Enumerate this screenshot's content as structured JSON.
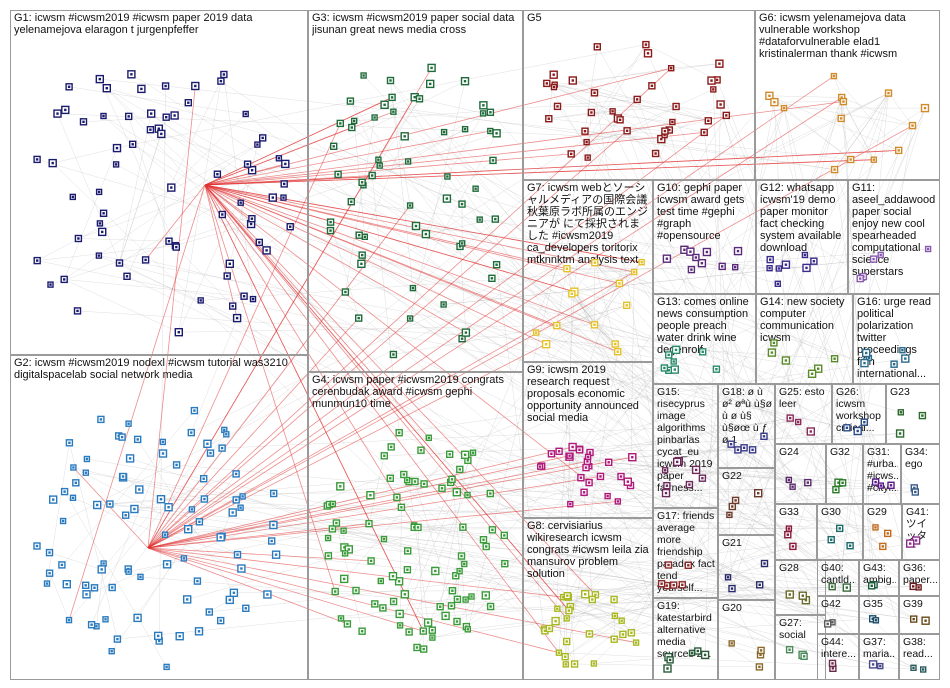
{
  "graph": {
    "groups": [
      {
        "id": "G1",
        "label": "G1: icwsm #icwsm2019 #icwsm paper 2019 data yelenamejova elaragon t jurgenpfeffer",
        "color": "#1b1b6e"
      },
      {
        "id": "G2",
        "label": "G2: icwsm #icwsm2019 nodexl #icwsm tutorial was3210 digitalspacelab social network media",
        "color": "#2a7abf"
      },
      {
        "id": "G3",
        "label": "G3: icwsm #icwsm2019 paper social data jisunan great news media cross",
        "color": "#1f6b3a"
      },
      {
        "id": "G4",
        "label": "G4: icwsm paper #icwsm2019 congrats cerenbudak award #icwsm gephi munmun10 time",
        "color": "#3a9b3a"
      },
      {
        "id": "G5",
        "label": "G5",
        "color": "#8b1a1a"
      },
      {
        "id": "G6",
        "label": "G6: icwsm yelenamejova data vulnerable workshop #dataforvulnerable elad1 kristinalerman thank #icwsm",
        "color": "#d08a2a"
      },
      {
        "id": "G7",
        "label": "G7: icwsm webとソーシャルメディアの国際会議 秋葉原ラボ所属のエンジニアが にて採択されました #icwsm2019 ca_developers toritorix mtknnktm analysis text",
        "color": "#e6c229"
      },
      {
        "id": "G8",
        "label": "G8: cervisiarius wikiresearch icwsm congrats #icwsm leila zia mansurov problem solution",
        "color": "#a8b81e"
      },
      {
        "id": "G9",
        "label": "G9: icwsm 2019 research request proposals economic opportunity announced social media",
        "color": "#b0187a"
      },
      {
        "id": "G10",
        "label": "G10: gephi paper icwsm award gets test time #gephi #graph #opensource",
        "color": "#5a2a7a"
      },
      {
        "id": "G11",
        "label": "G11: aseel_addawood paper social enjoy new cool spearheaded computational science superstars",
        "color": "#8a5ab0"
      },
      {
        "id": "G12",
        "label": "G12: whatsapp icwsm'19 demo paper monitor fact checking system available download",
        "color": "#3a2a8a"
      },
      {
        "id": "G13",
        "label": "G13: comes online news consumption people preach water drink wine degenrolf",
        "color": "#2a8a6a"
      },
      {
        "id": "G14",
        "label": "G14: new society computer communication icwsm",
        "color": "#5a8a2a"
      },
      {
        "id": "G15",
        "label": "G15: risecyprus image algorithms pinbarlas cycat_eu icwsm 2019 paper fairness...",
        "color": "#6a2a5a"
      },
      {
        "id": "G16",
        "label": "G16: urge read political polarization twitter proceedings fifth international...",
        "color": "#2a6a8a"
      },
      {
        "id": "G17",
        "label": "G17: friends average more friendship paradox fact tend yourself...",
        "color": "#8a2a2a"
      },
      {
        "id": "G18",
        "label": "G18: ø ù ø² øªù ù§ø ù ø ù§ ù§øœ ù ƒ ø 1",
        "color": "#3a3a8a"
      },
      {
        "id": "G19",
        "label": "G19: katestarbird alternative media sources 2...",
        "color": "#2a5a3a"
      },
      {
        "id": "G20",
        "label": "G20",
        "color": "#8a6a2a"
      },
      {
        "id": "G21",
        "label": "G21",
        "color": "#2a2a6a"
      },
      {
        "id": "G22",
        "label": "G22",
        "color": "#6a3a2a"
      },
      {
        "id": "G23",
        "label": "G23",
        "color": "#2a6a2a"
      },
      {
        "id": "G24",
        "label": "G24",
        "color": "#5a2a6a"
      },
      {
        "id": "G25",
        "label": "G25: esto leer",
        "color": "#8a2a5a"
      },
      {
        "id": "G26",
        "label": "G26: icwsm workshop critical...",
        "color": "#2a4a8a"
      },
      {
        "id": "G27",
        "label": "G27: social",
        "color": "#4a8a5a"
      },
      {
        "id": "G28",
        "label": "G28",
        "color": "#6a6a2a"
      },
      {
        "id": "G29",
        "label": "G29",
        "color": "#c26a1a"
      },
      {
        "id": "G30",
        "label": "G30",
        "color": "#1a6a6a"
      },
      {
        "id": "G31",
        "label": "G31: #urba... #icws... #cityl...",
        "color": "#5a1a8a"
      },
      {
        "id": "G32",
        "label": "G32",
        "color": "#2a7a2a"
      },
      {
        "id": "G33",
        "label": "G33",
        "color": "#8a1a3a"
      },
      {
        "id": "G34",
        "label": "G34: ego",
        "color": "#3a5a8a"
      },
      {
        "id": "G35",
        "label": "G35",
        "color": "#1a4a6a"
      },
      {
        "id": "G36",
        "label": "G36: paper...",
        "color": "#6a1a1a"
      },
      {
        "id": "G37",
        "label": "G37: maria...",
        "color": "#4a4a8a"
      },
      {
        "id": "G38",
        "label": "G38: read...",
        "color": "#2a5a5a"
      },
      {
        "id": "G39",
        "label": "G39",
        "color": "#6a4a1a"
      },
      {
        "id": "G40",
        "label": "G40: cantld...",
        "color": "#3a6a3a"
      },
      {
        "id": "G41",
        "label": "G41: ツイッター",
        "color": "#8a2a8a"
      },
      {
        "id": "G42",
        "label": "G42",
        "color": "#5a5a5a"
      },
      {
        "id": "G43",
        "label": "G43: ambig...",
        "color": "#1a5a3a"
      },
      {
        "id": "G44",
        "label": "G44: intere...",
        "color": "#6a2a4a"
      }
    ],
    "edge_color": "#b8b8b8",
    "highlight_edge_color": "#e03030"
  }
}
